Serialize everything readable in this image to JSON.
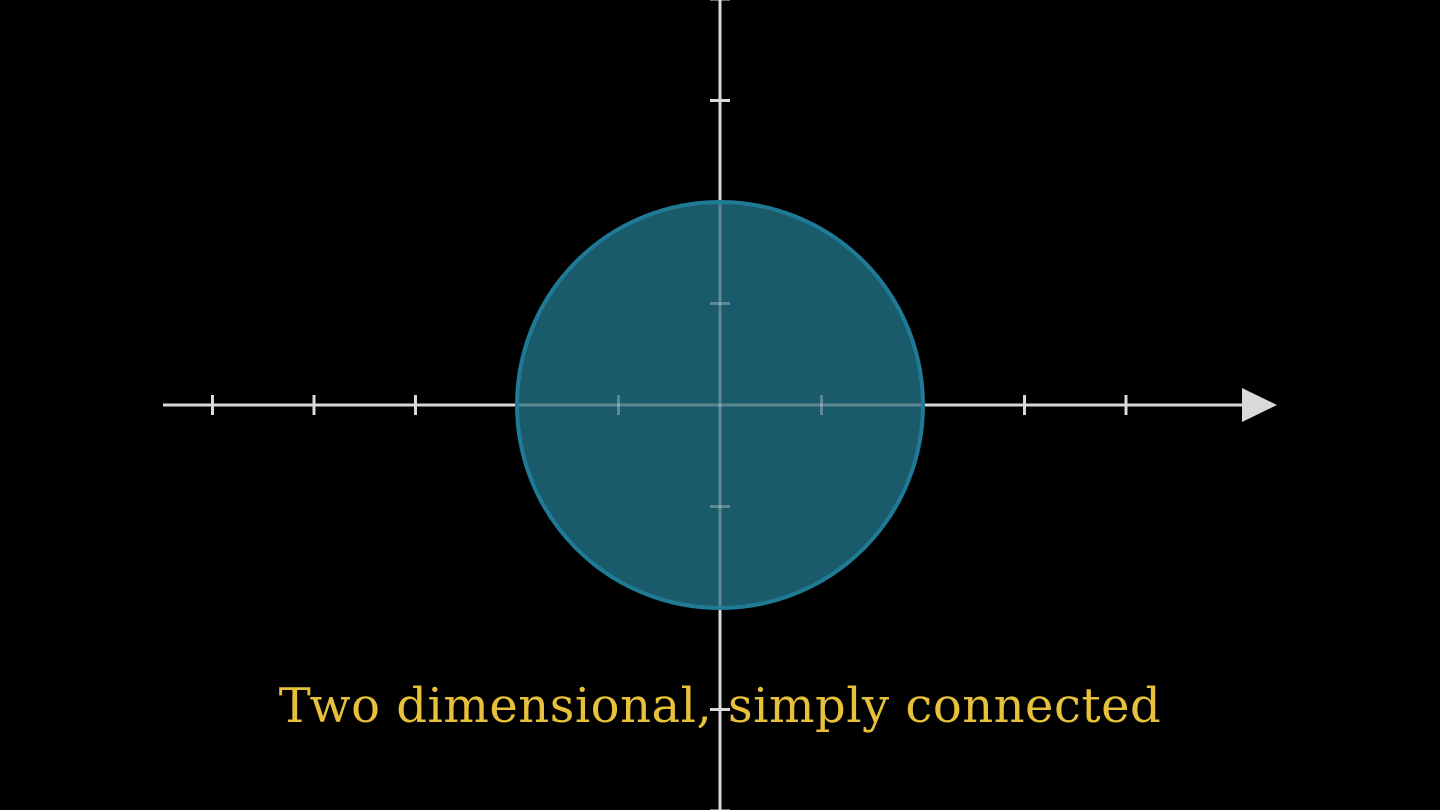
{
  "caption": "Two dimensional, simply connected",
  "colors": {
    "background": "#000000",
    "axis": "#d9d9d9",
    "disk_fill": "#1a5b6b",
    "disk_stroke": "#1f7a96",
    "caption": "#e8c13a"
  },
  "axes": {
    "x_ticks": [
      -5,
      -4,
      -3,
      -2,
      -1,
      1,
      2,
      3,
      4
    ],
    "y_ticks": [
      -4,
      -3,
      -2,
      -1,
      1,
      2,
      3,
      4
    ],
    "x_arrow": true
  },
  "disk": {
    "center": [
      0,
      0
    ],
    "radius": 2
  }
}
